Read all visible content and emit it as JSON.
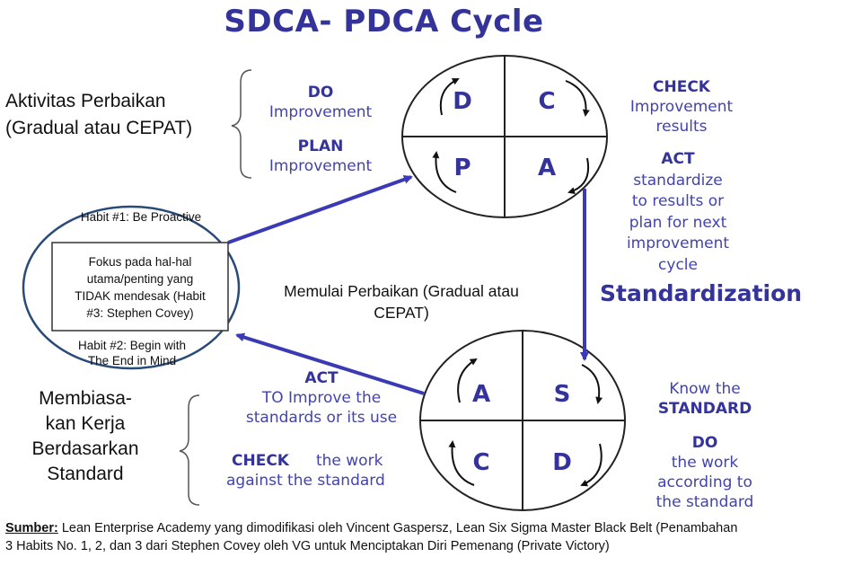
{
  "title": "SDCA- PDCA Cycle",
  "left_top_label": [
    "Aktivitas Perbaikan",
    "(Gradual atau CEPAT)"
  ],
  "left_bottom_label": [
    "Membiasa-",
    "kan Kerja",
    "Berdasarkan",
    "Standard"
  ],
  "pdca": {
    "do_title": "DO",
    "do_text": "Improvement",
    "plan_title": "PLAN",
    "plan_text": "Improvement",
    "check_title": "CHECK",
    "check_text": [
      "Improvement",
      "results"
    ],
    "act_title": "ACT",
    "act_text": [
      "standardize",
      "to results or",
      "plan for next",
      "improvement",
      "cycle"
    ],
    "quadrants": [
      "D",
      "C",
      "P",
      "A"
    ]
  },
  "standardization": "Standardization",
  "sdca": {
    "act_title": "ACT",
    "act_text": [
      "TO Improve the",
      "standards or its use"
    ],
    "check_title": "CHECK",
    "check_text_right": "the work",
    "check_text2": "against the standard",
    "know_text": "Know  the",
    "standard_title": "STANDARD",
    "do_title": "DO",
    "do_text": [
      "the work",
      "according to",
      "the standard"
    ],
    "quadrants": [
      "A",
      "S",
      "C",
      "D"
    ]
  },
  "habits": {
    "habit1": "Habit #1: Be Proactive",
    "box": [
      "Fokus pada hal-hal",
      "utama/penting yang",
      "TIDAK mendesak (Habit",
      "#3: Stephen Covey)"
    ],
    "habit2": [
      "Habit #2: Begin with",
      "The End in Mind"
    ]
  },
  "center_label": [
    "Memulai Perbaikan (Gradual atau",
    "CEPAT)"
  ],
  "footer": {
    "source_label": "Sumber:",
    "text_line1": " Lean Enterprise Academy yang dimodifikasi oleh Vincent Gaspersz, Lean Six Sigma Master Black Belt (Penambahan",
    "text_line2": "3 Habits No. 1, 2, dan 3 dari Stephen Covey oleh VG untuk Menciptakan Diri Pemenang (Private Victory)"
  },
  "colors": {
    "title": "#33339a",
    "arrow": "#4040b8",
    "habit_circle": "#2a4a7a",
    "text_blue": "#4343ad"
  }
}
